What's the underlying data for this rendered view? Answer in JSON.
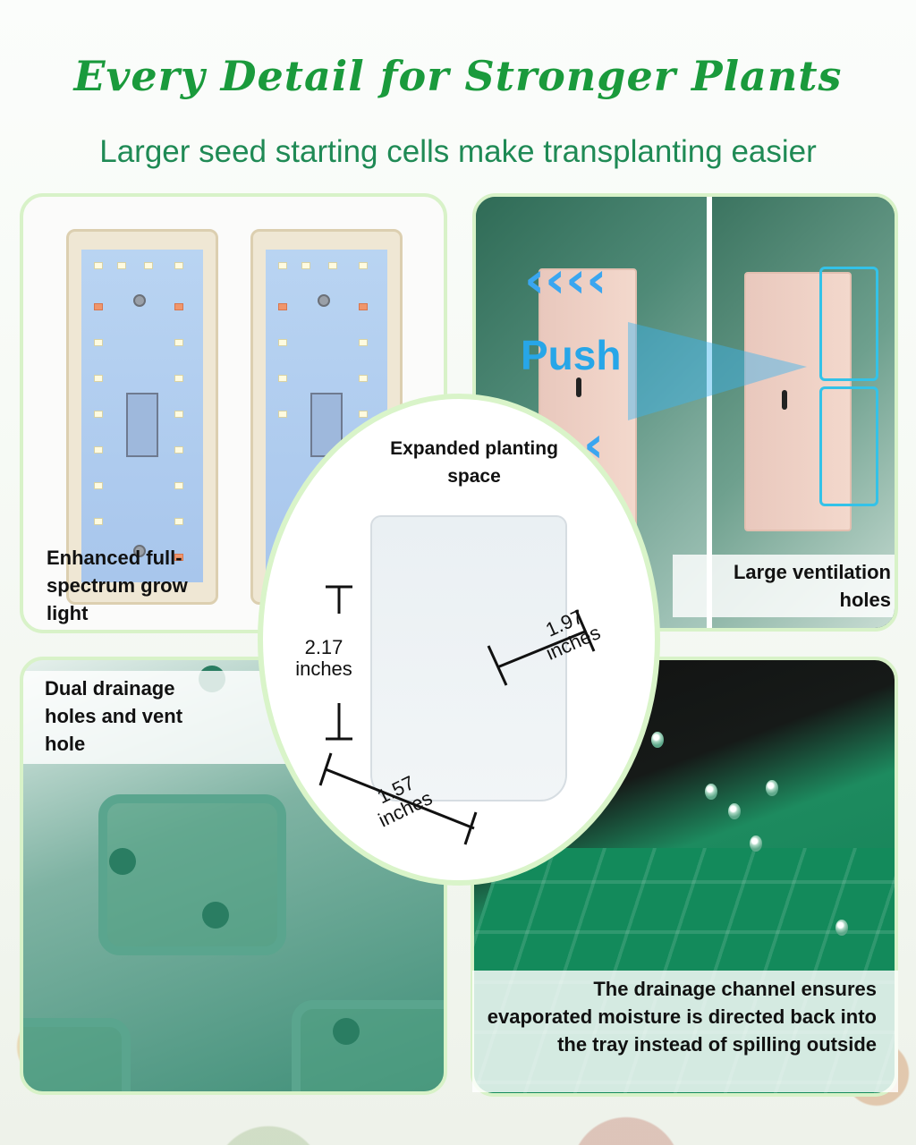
{
  "header": {
    "title": "Every Detail for Stronger Plants",
    "subtitle": "Larger seed starting cells make transplanting easier"
  },
  "panels": {
    "light": {
      "label": "Enhanced full-spectrum grow light"
    },
    "push": {
      "action": "Push",
      "label": "Large ventilation holes"
    },
    "drain": {
      "label": "Dual drainage holes and vent hole"
    },
    "channel": {
      "label": "The drainage channel ensures evaporated moisture is directed back into the tray instead of spilling outside"
    }
  },
  "center": {
    "label": "Expanded planting space",
    "height": "2.17 inches",
    "width": "1.97 inches",
    "depth": "1.57 inches"
  },
  "colors": {
    "title_green": "#1a9a3c",
    "subtitle_green": "#1f8a55",
    "panel_border": "#d8f2c8",
    "push_blue": "#27a6e8",
    "vent_frame": "#33c2e8"
  }
}
